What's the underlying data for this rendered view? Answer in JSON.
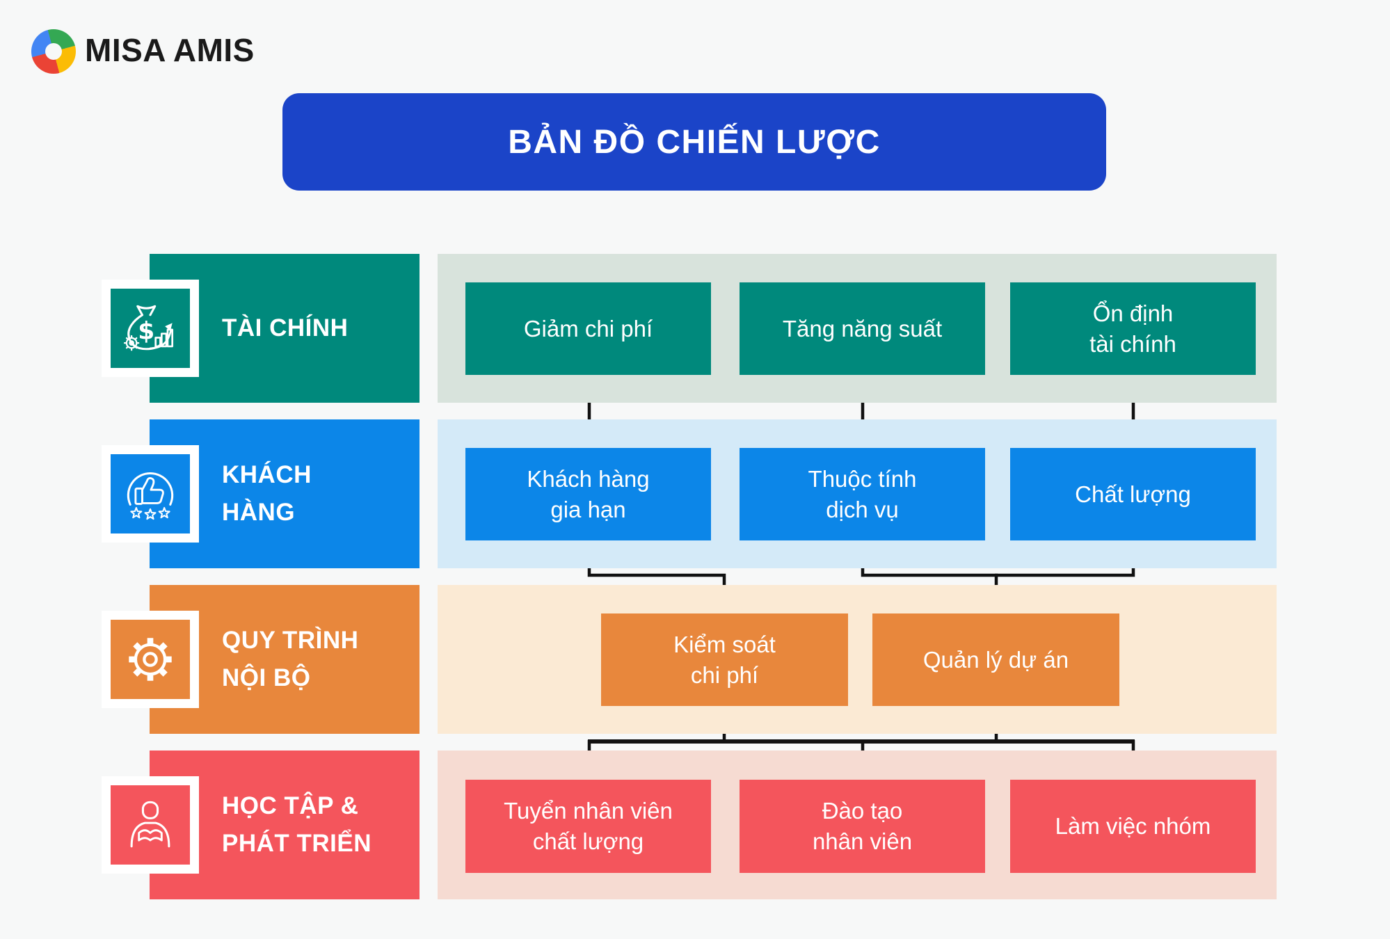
{
  "palette": {
    "background": "#F7F8F8",
    "title_bg": "#1B44C8",
    "arrow": "#111111",
    "logo_text": "#1A1A1A",
    "logo_colors": {
      "green": "#34A853",
      "yellow": "#FBBC05",
      "red": "#EA4335",
      "blue": "#4285F4"
    }
  },
  "logo": {
    "brand": "MISA AMIS",
    "icon": "misa-swirl-logo-icon"
  },
  "title": "BẢN ĐỒ CHIẾN LƯỢC",
  "rows": [
    {
      "label": "TÀI CHÍNH",
      "icon": "money-bag-chart-icon",
      "color": "#00897C",
      "band": "#D8E3DC",
      "boxes": [
        "Giảm chi phí",
        "Tăng năng suất",
        "Ổn định\ntài chính"
      ]
    },
    {
      "label": "KHÁCH\nHÀNG",
      "icon": "thumbs-up-stars-icon",
      "color": "#0C86E8",
      "band": "#D4EAF8",
      "boxes": [
        "Khách hàng\ngia hạn",
        "Thuộc tính\ndịch vụ",
        "Chất lượng"
      ]
    },
    {
      "label": "QUY TRÌNH\nNỘI BỘ",
      "icon": "gear-icon",
      "color": "#E8873C",
      "band": "#FBEAD4",
      "boxes": [
        "Kiểm soát\nchi phí",
        "Quản lý dự án"
      ]
    },
    {
      "label": "HỌC TẬP &\nPHÁT TRIỂN",
      "icon": "person-book-icon",
      "color": "#F4555C",
      "band": "#F6DBD2",
      "boxes": [
        "Tuyển nhân viên\nchất lượng",
        "Đào tạo\nnhân viên",
        "Làm việc nhóm"
      ]
    }
  ],
  "connections": [
    {
      "from": "Khách hàng gia hạn",
      "to": "Giảm chi phí"
    },
    {
      "from": "Thuộc tính dịch vụ",
      "to": "Tăng năng suất"
    },
    {
      "from": "Chất lượng",
      "to": "Ổn định tài chính"
    },
    {
      "from": "Kiểm soát chi phí",
      "to": "Khách hàng gia hạn"
    },
    {
      "from": "Quản lý dự án",
      "to": "Thuộc tính dịch vụ"
    },
    {
      "from": "Quản lý dự án",
      "to": "Chất lượng"
    },
    {
      "sources": [
        "Tuyển nhân viên chất lượng",
        "Đào tạo nhân viên",
        "Làm việc nhóm"
      ],
      "targets": [
        "Kiểm soát chi phí",
        "Quản lý dự án"
      ]
    }
  ]
}
